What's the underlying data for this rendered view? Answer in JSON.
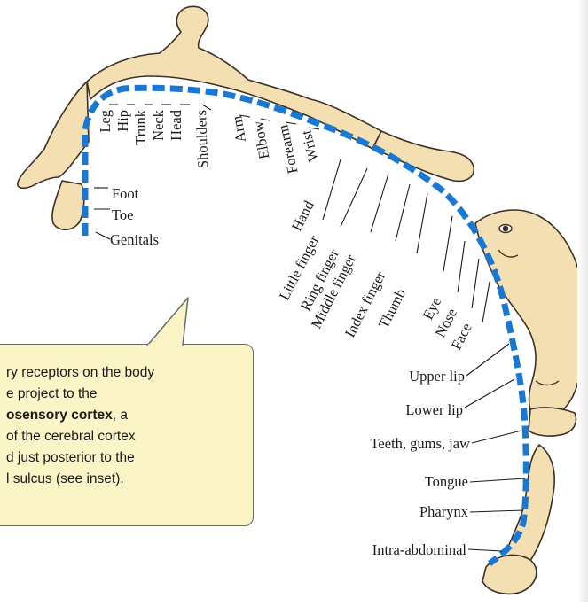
{
  "labels": {
    "leg": "Leg",
    "hip": "Hip",
    "trunk": "Trunk",
    "neck": "Neck",
    "head": "Head",
    "shoulders": "Shoulders",
    "arm": "Arm",
    "elbow": "Elbow",
    "forearm": "Forearm",
    "wrist": "Wrist",
    "hand": "Hand",
    "little_finger": "Little finger",
    "ring_finger": "Ring finger",
    "middle_finger": "Middle finger",
    "index_finger": "Index finger",
    "thumb": "Thumb",
    "eye": "Eye",
    "nose": "Nose",
    "face": "Face",
    "foot": "Foot",
    "toe": "Toe",
    "genitals": "Genitals",
    "upper_lip": "Upper lip",
    "lower_lip": "Lower lip",
    "teeth": "Teeth, gums, jaw",
    "tongue": "Tongue",
    "pharynx": "Pharynx",
    "intra_abdominal": "Intra-abdominal"
  },
  "callout": {
    "line1": "ry receptors on the body",
    "line2": "e project to the",
    "line3_bold": "osensory cortex",
    "line3_rest": ", a",
    "line4": "of the cerebral cortex",
    "line5": "d just posterior to the",
    "line6": "l sulcus (see inset)."
  },
  "colors": {
    "cortex_band": "#1a78d2",
    "figure_skin": "#f3dfb2",
    "figure_outline": "#3a3025",
    "callout_fill": "#fbf4c7"
  }
}
